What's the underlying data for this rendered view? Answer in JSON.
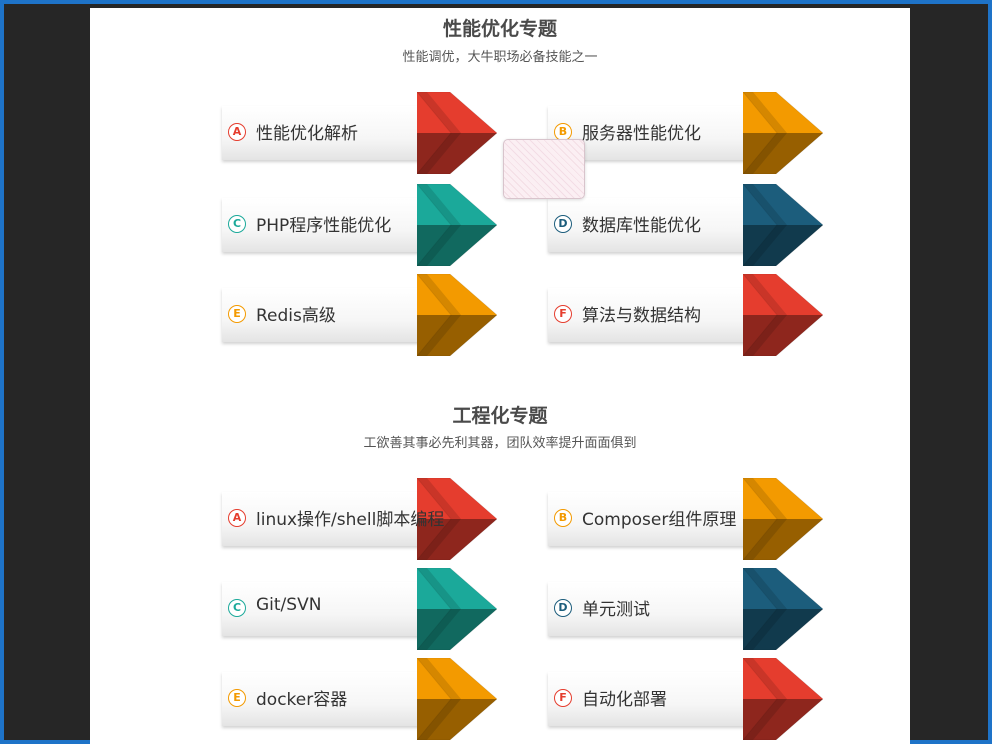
{
  "colors": {
    "red": "#e53d2e",
    "orange": "#f39a00",
    "teal": "#1ba99a",
    "navy": "#1c5d7c"
  },
  "sections": [
    {
      "title": "性能优化专题",
      "subtitle": "性能调优，大牛职场必备技能之一",
      "items": [
        {
          "letter": "A",
          "label": "性能优化解析",
          "color": "red"
        },
        {
          "letter": "B",
          "label": "服务器性能优化",
          "color": "orange"
        },
        {
          "letter": "C",
          "label": "PHP程序性能优化",
          "color": "teal"
        },
        {
          "letter": "D",
          "label": "数据库性能优化",
          "color": "navy"
        },
        {
          "letter": "E",
          "label": "Redis高级",
          "color": "orange"
        },
        {
          "letter": "F",
          "label": "算法与数据结构",
          "color": "red"
        }
      ]
    },
    {
      "title": "工程化专题",
      "subtitle": "工欲善其事必先利其器，团队效率提升面面俱到",
      "items": [
        {
          "letter": "A",
          "label": "linux操作/shell脚本编程",
          "color": "red"
        },
        {
          "letter": "B",
          "label": "Composer组件原理",
          "color": "orange"
        },
        {
          "letter": "C",
          "label": "Git/SVN",
          "color": "teal"
        },
        {
          "letter": "D",
          "label": "单元测试",
          "color": "navy"
        },
        {
          "letter": "E",
          "label": "docker容器",
          "color": "orange"
        },
        {
          "letter": "F",
          "label": "自动化部署",
          "color": "red"
        }
      ]
    }
  ]
}
